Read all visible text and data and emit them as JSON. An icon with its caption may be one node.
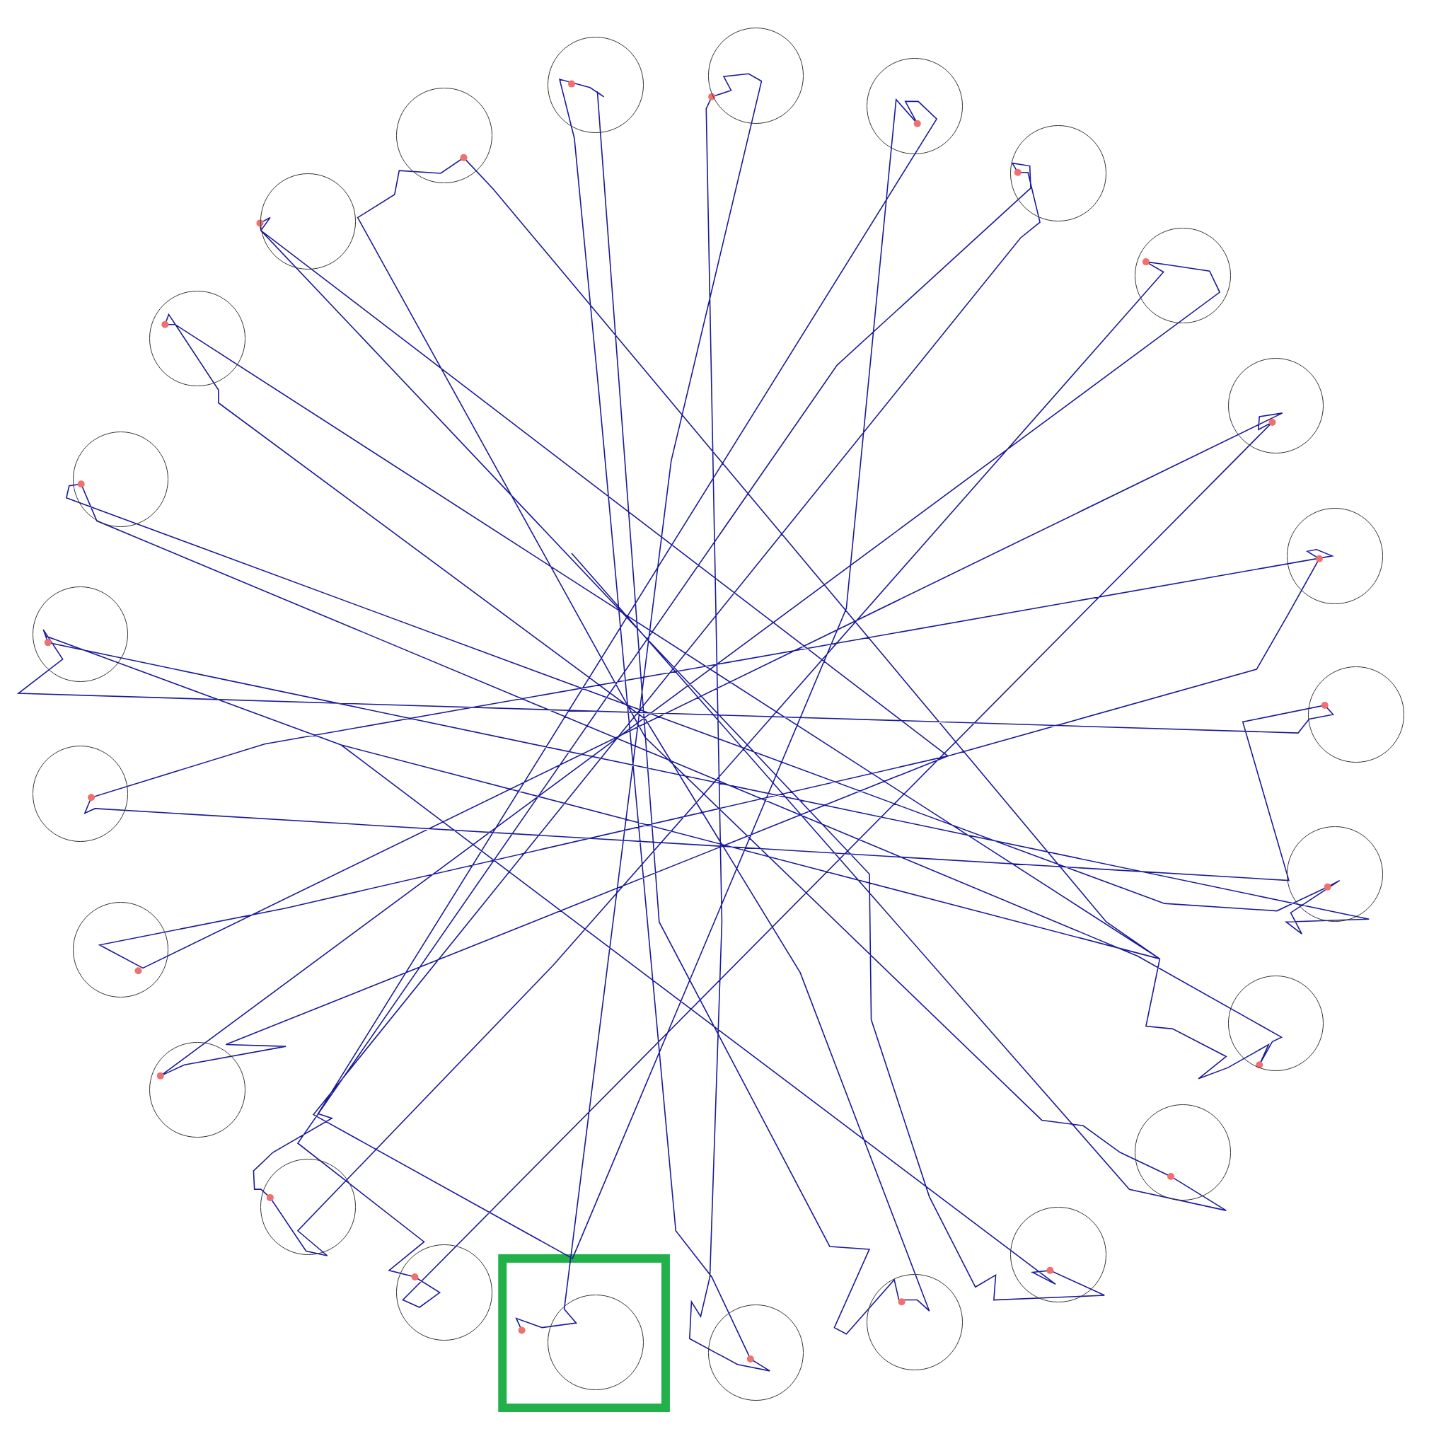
{
  "diagram": {
    "nodes": [
      {
        "text": [],
        "shape": "circle"
      },
      {
        "text": [],
        "shape": "circle"
      },
      {
        "text": [],
        "shape": "circle"
      },
      {
        "text": [],
        "shape": "circle"
      },
      {
        "text": [],
        "shape": "circle"
      },
      {
        "text": [],
        "shape": "circle"
      },
      {
        "text": [],
        "shape": "circle"
      },
      {
        "text": [],
        "shape": "circle"
      },
      {
        "text": [],
        "shape": "circle"
      },
      {
        "text": [],
        "shape": "circle"
      },
      {
        "text": [],
        "shape": "circle"
      },
      {
        "text": [],
        "shape": "circle"
      },
      {
        "text": [],
        "shape": "circle"
      },
      {
        "text": [],
        "shape": "circle"
      },
      {
        "text": [],
        "shape": "circle"
      },
      {
        "text": [],
        "shape": "circle"
      },
      {
        "text": [],
        "shape": "circle"
      },
      {
        "text": [],
        "shape": "circle"
      },
      {
        "text": [],
        "shape": "circle"
      },
      {
        "text": [],
        "shape": "circle"
      },
      {
        "text": [],
        "shape": "circle"
      },
      {
        "text": [],
        "shape": "circle"
      },
      {
        "text": [],
        "shape": "circle"
      },
      {
        "text": [],
        "shape": "circle"
      },
      {
        "text": [],
        "shape": "circle"
      }
    ]
  }
}
